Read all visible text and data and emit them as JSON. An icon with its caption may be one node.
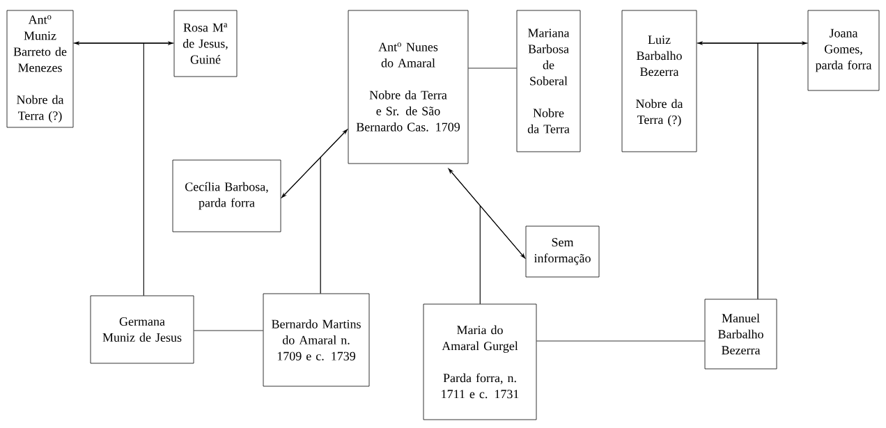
{
  "diagram": {
    "nodes": [
      {
        "text": [
          "Ant$^{o}$ Muniz Barreto de Menezes",
          "Nobre da Terra (?)"
        ]
      },
      {
        "text": [
          "Rosa M$^{a}$ de Jesus, Guiné"
        ]
      },
      {
        "text": [
          "Ant$^{o}$ Nunes do Amaral",
          "Nobre da Terra e Sr. de São Bernardo Cas. 1709"
        ]
      },
      {
        "text": [
          "Mariana Barbosa de Soberal",
          "Nobre da Terra"
        ]
      },
      {
        "text": [
          "Luiz Barbalho Bezerra",
          "Nobre da Terra (?)"
        ]
      },
      {
        "text": [
          "Joana Gomes, parda forra"
        ]
      },
      {
        "text": [
          "Cecília Barbosa, parda forra"
        ]
      },
      {
        "text": [
          "Sem informação"
        ]
      },
      {
        "text": [
          "Germana Muniz de Jesus"
        ]
      },
      {
        "text": [
          "Bernardo Martins do Amaral n. 1709 e c. 1739"
        ]
      },
      {
        "text": [
          "Maria do Amaral Gurgel",
          "Parda forra, n. 1711 e c. 1731"
        ]
      },
      {
        "text": [
          "Manuel Barbalho Bezerra"
        ]
      }
    ],
    "edges": [
      {
        "from": 0,
        "to": 1,
        "arrow": "both"
      },
      {
        "from": 0,
        "to": 8,
        "arrow": "none"
      },
      {
        "from": 1,
        "to": 8,
        "arrow": "none"
      },
      {
        "from": 2,
        "to": 3,
        "arrow": "none"
      },
      {
        "from": 2,
        "to": 6,
        "arrow": "both"
      },
      {
        "from": 2,
        "to": 9,
        "arrow": "none"
      },
      {
        "from": 6,
        "to": 9,
        "arrow": "none"
      },
      {
        "from": 2,
        "to": 7,
        "arrow": "both"
      },
      {
        "from": 2,
        "to": 10,
        "arrow": "none"
      },
      {
        "from": 7,
        "to": 10,
        "arrow": "none"
      },
      {
        "from": 4,
        "to": 5,
        "arrow": "both"
      },
      {
        "from": 4,
        "to": 11,
        "arrow": "none"
      },
      {
        "from": 5,
        "to": 11,
        "arrow": "none"
      },
      {
        "from": 8,
        "to": 9,
        "arrow": "none"
      },
      {
        "from": 10,
        "to": 11,
        "arrow": "none"
      }
    ]
  }
}
